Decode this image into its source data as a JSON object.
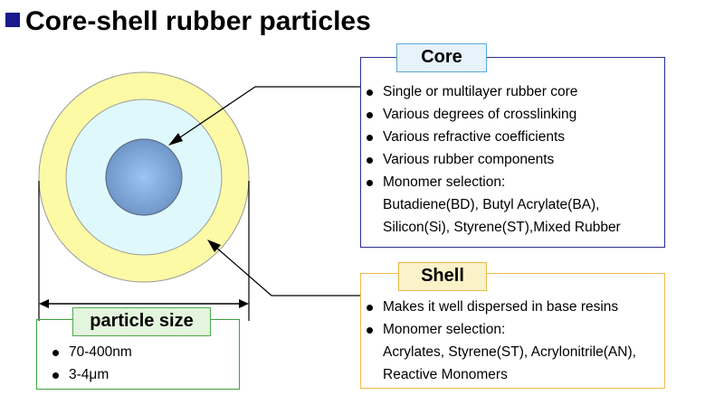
{
  "title": "Core-shell rubber particles",
  "core": {
    "label": "Core",
    "items": [
      "Single or multilayer rubber core",
      "Various degrees of crosslinking",
      "Various refractive coefficients",
      "Various rubber components",
      "Monomer selection:"
    ],
    "continuation": [
      "Butadiene(BD), Butyl Acrylate(BA),",
      "Silicon(Si), Styrene(ST),Mixed Rubber"
    ]
  },
  "shell": {
    "label": "Shell",
    "items": [
      "Makes it well dispersed in base resins",
      "Monomer selection:"
    ],
    "continuation": [
      "Acrylates, Styrene(ST), Acrylonitrile(AN),",
      "Reactive Monomers"
    ]
  },
  "particle_size": {
    "label": "particle size",
    "items": [
      "70-400nm",
      "3-4μm"
    ]
  },
  "colors": {
    "outer_ring": "#fdfaa6",
    "middle_ring": "#dff8fb",
    "core_fill": "#8fb8e8",
    "core_box": "#2b2f8f",
    "shell_box": "#f0b94a",
    "size_box": "#3aa33a"
  }
}
